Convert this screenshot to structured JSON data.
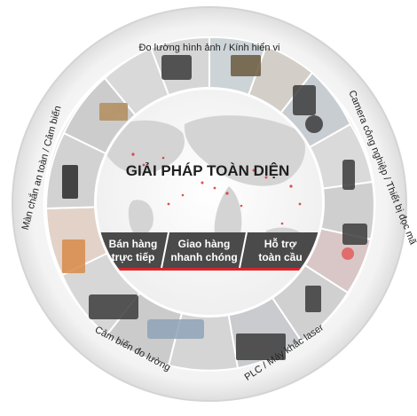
{
  "center": {
    "title": "GIẢI PHÁP TOÀN DIỆN",
    "band": [
      {
        "line1": "Bán hàng",
        "line2": "trực tiếp"
      },
      {
        "line1": "Giao hàng",
        "line2": "nhanh chóng"
      },
      {
        "line1": "Hỗ trợ",
        "line2": "toàn cầu"
      }
    ]
  },
  "ring": {
    "categories": [
      {
        "id": "measurement-microscope",
        "label": "Đo lường hình ảnh / Kính hiển vi"
      },
      {
        "id": "camera-reader",
        "label": "Camera công nghiệp / Thiết bị đọc mã"
      },
      {
        "id": "plc-laser",
        "label": "PLC / Máy khắc laser"
      },
      {
        "id": "measurement-sensor",
        "label": "Cảm biến đo lường"
      },
      {
        "id": "safety-sensor",
        "label": "Màn chắn an toàn / Cảm biến"
      }
    ]
  },
  "colors": {
    "accent": "#d9252b",
    "band": "#4a4a4a",
    "ring": "#ececec",
    "product_ring": "#cfcfcf"
  },
  "icons": [
    "world-map-graphic",
    "product-photo-tiles"
  ]
}
